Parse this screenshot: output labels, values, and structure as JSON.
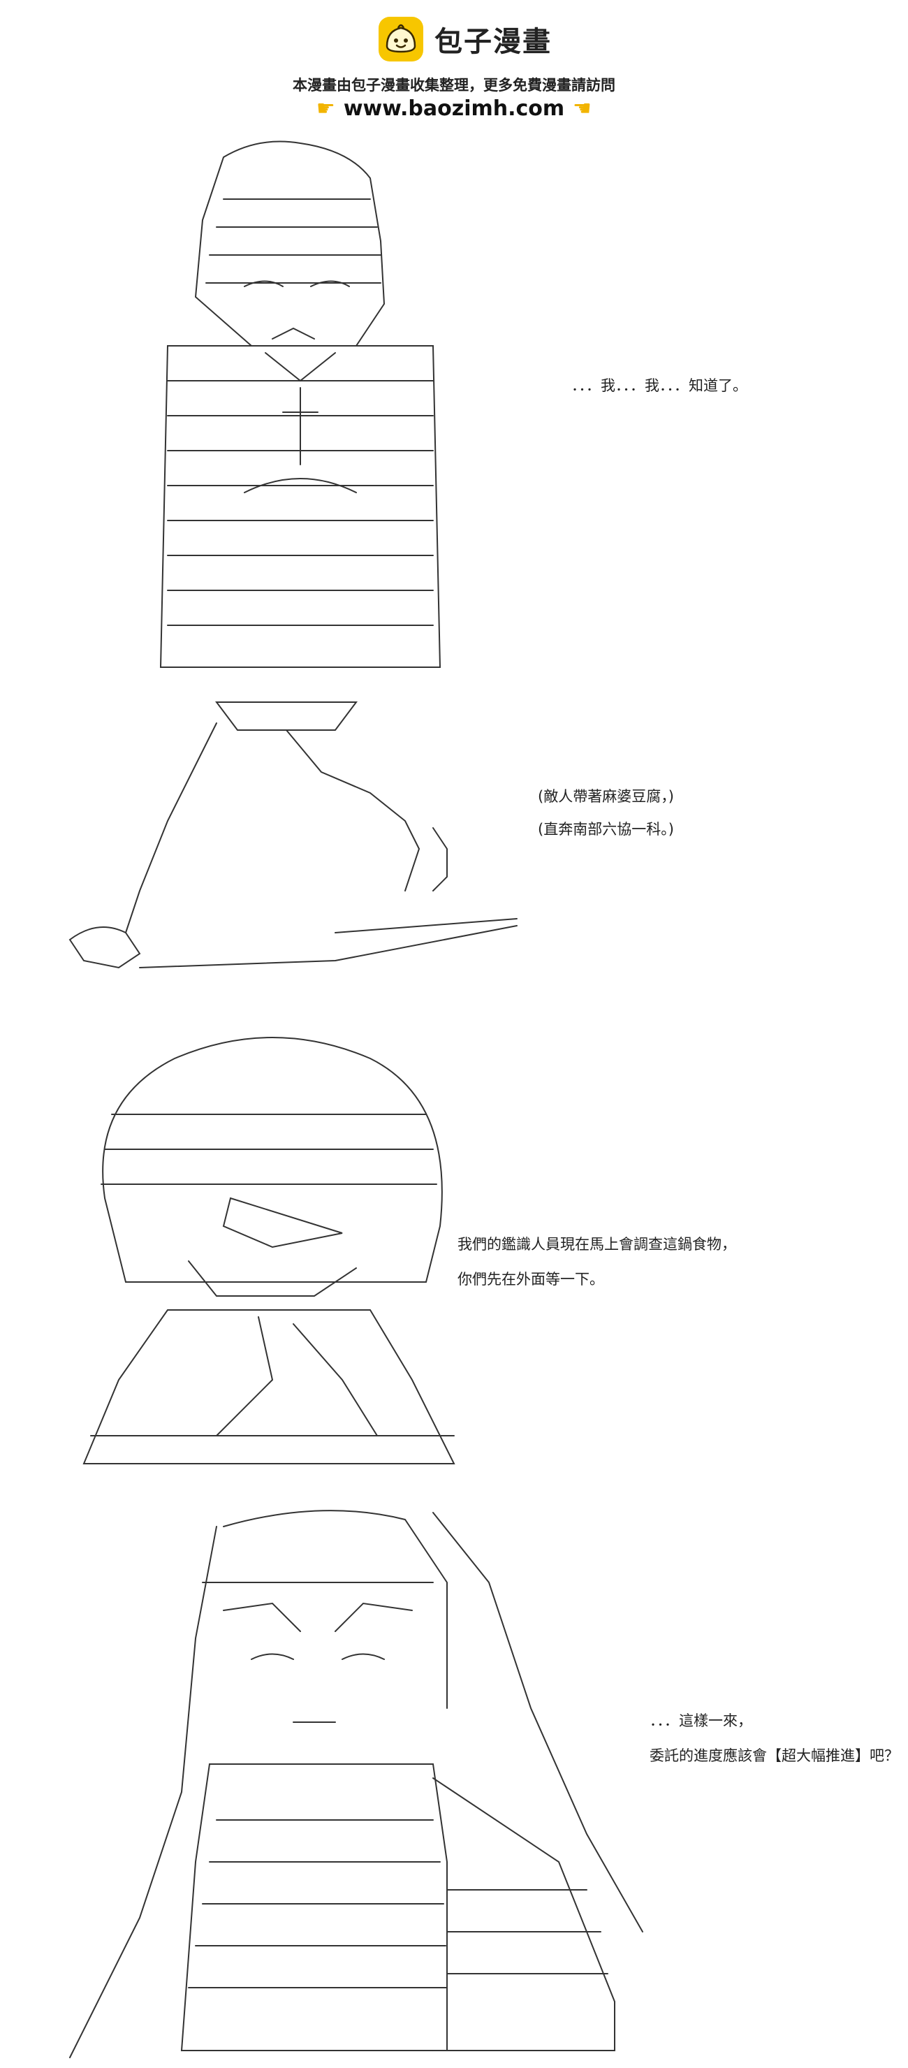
{
  "header": {
    "brand": "包子漫畫",
    "notice": "本漫畫由包子漫畫收集整理，更多免費漫畫請訪問",
    "url": "www.baozimh.com",
    "logo_icon": "bun-icon",
    "pointer_icon": "pointing-hand-icon",
    "colors": {
      "logo_yellow": "#f7c600",
      "hand_yellow": "#f2b400"
    }
  },
  "panels": [
    {
      "lines": [
        "．．．我．．．我．．．知道了。"
      ]
    },
    {
      "lines": [
        "(敵人帶著麻婆豆腐，)",
        "(直奔南部六協一科。)"
      ]
    },
    {
      "lines": [
        "我們的鑑識人員現在馬上會調查這鍋食物，",
        "你們先在外面等一下。"
      ]
    },
    {
      "lines": [
        "．．．這樣一來，",
        "委託的進度應該會【超大幅推進】吧？"
      ]
    }
  ]
}
